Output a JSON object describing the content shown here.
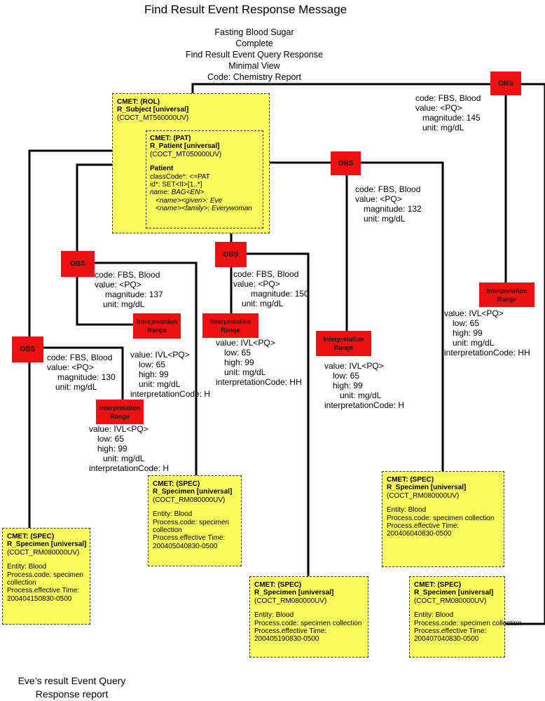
{
  "title": "Find Result Event Response Message",
  "subtitle": [
    "Fasting Blood Sugar",
    "Complete",
    "Find Result Event Query Response",
    "Minimal View",
    "Code: Chemistry Report"
  ],
  "footer": [
    "Eve’s result Event Query",
    "Response report"
  ],
  "role_box": {
    "header": "CMET: (ROL)",
    "name": "R_Subject [universal]",
    "code": "(COCT_MT560000UV)"
  },
  "patient_box": {
    "header": "CMET: (PAT)",
    "name": "R_Patient [universal]",
    "code": "(COCT_MT050000UV)",
    "section": "Patient",
    "class_code": "classCode*: <=PAT",
    "id_line": "id*: SET<II>[1..*]",
    "name_line": "name: BAG<EN>",
    "given_line": "<name><given>: Eve",
    "family_line": "<name><family>: Everywoman"
  },
  "obs_label": "OBS",
  "interp_label": [
    "Interpretation",
    "Range"
  ],
  "observations": [
    {
      "code": "code:  FBS, Blood",
      "value": "value:  <PQ>",
      "magnitude": "magnitude: 130",
      "unit": "unit:  mg/dL"
    },
    {
      "code": "code:  FBS, Blood",
      "value": "value:  <PQ>",
      "magnitude": "magnitude: 137",
      "unit": "unit:  mg/dL"
    },
    {
      "code": "code:  FBS, Blood",
      "value": "value:  <PQ>",
      "magnitude": "magnitude: 150",
      "unit": "unit:  mg/dL"
    },
    {
      "code": "code:  FBS, Blood",
      "value": "value:  <PQ>",
      "magnitude": "magnitude: 132",
      "unit": "unit:  mg/dL"
    },
    {
      "code": "code:  FBS, Blood",
      "value": "value:  <PQ>",
      "magnitude": "magnitude: 145",
      "unit": "unit:  mg/dL"
    }
  ],
  "ranges": [
    {
      "value": "value: IVL<PQ>",
      "low": "low: 65",
      "high": "high: 99",
      "unit": "unit: mg/dL",
      "interp": "interpretationCode: H"
    },
    {
      "value": "value: IVL<PQ>",
      "low": "low: 65",
      "high": "high: 99",
      "unit": "unit: mg/dL",
      "interp": "interpretationCode: H"
    },
    {
      "value": "value: IVL<PQ>",
      "low": "low: 65",
      "high": "high: 99",
      "unit": "unit: mg/dL",
      "interp": "interpretationCode: HH"
    },
    {
      "value": "value: IVL<PQ>",
      "low": "low: 65",
      "high": "high: 99",
      "unit": "unit: mg/dL",
      "interp": "interpretationCode: H"
    },
    {
      "value": "value: IVL<PQ>",
      "low": "low: 65",
      "high": "high: 99",
      "unit": "unit: mg/dL",
      "interp": "interpretationCode: HH"
    }
  ],
  "specimens": [
    {
      "header": "CMET: (SPEC)",
      "name": "R_Specimen [universal]",
      "code": "(COCT_RM080000UV)",
      "entity": "Entity: Blood",
      "process_lines": [
        "Process.code: specimen",
        "collection"
      ],
      "time_label": "Process.effective Time:",
      "time": "200404150830-0500"
    },
    {
      "header": "CMET: (SPEC)",
      "name": "R_Specimen [universal]",
      "code": "(COCT_RM080000UV)",
      "entity": "Entity: Blood",
      "process_lines": [
        "Process.code: specimen",
        "collection"
      ],
      "time_label": "Process.effective Time:",
      "time": "200405040830-0500"
    },
    {
      "header": "CMET: (SPEC)",
      "name": "R_Specimen [universal]",
      "code": "(COCT_RM080000UV)",
      "entity": "Entity: Blood",
      "process_lines": [
        "Process.code: specimen collection"
      ],
      "time_label": "Process.effective Time:",
      "time": "200405190830-0500"
    },
    {
      "header": "CMET: (SPEC)",
      "name": "R_Specimen [universal]",
      "code": "(COCT_RM080000UV)",
      "entity": "Entity: Blood",
      "process_lines": [
        "Process.code: specimen collection"
      ],
      "time_label": "Process.effective Time:",
      "time": "200406040830-0500"
    },
    {
      "header": "CMET: (SPEC)",
      "name": "R_Specimen [universal]",
      "code": "(COCT_RM080000UV)",
      "entity": "Entity: Blood",
      "process_lines": [
        "Process.code: specimen collection"
      ],
      "time_label": "Process.effective Time:",
      "time": "200407040830-0500"
    }
  ],
  "colors": {
    "obs_fill": "#ee1111",
    "cmet_fill": "#fafa5c",
    "connector": "#000000"
  }
}
